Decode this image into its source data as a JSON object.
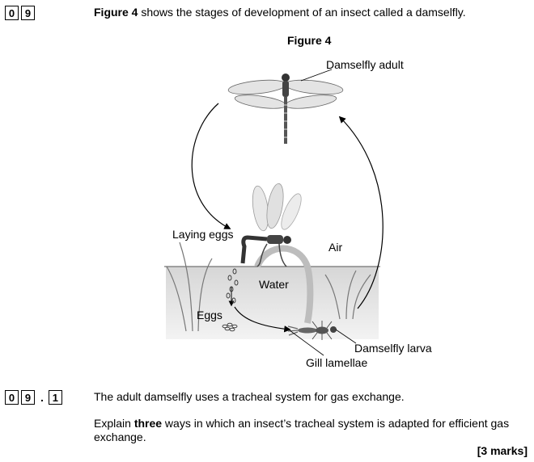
{
  "question": {
    "number_digits": [
      "0",
      "9"
    ],
    "intro": {
      "figure_ref": "Figure 4",
      "rest": " shows the stages of development of an insect called a damselfly."
    },
    "figure_title": "Figure 4",
    "labels": {
      "adult": "Damselfly adult",
      "laying": "Laying eggs",
      "air": "Air",
      "water": "Water",
      "eggs": "Eggs",
      "larva": "Damselfly larva",
      "gill": "Gill lamellae"
    }
  },
  "subquestion": {
    "number_digits": [
      "0",
      "9"
    ],
    "part_digit": "1",
    "text": "The adult damselfly uses a tracheal system for gas exchange.",
    "explain": {
      "pre": "Explain ",
      "emph": "three",
      "post": " ways in which an insect’s tracheal system is adapted for efficient gas exchange."
    },
    "marks": "[3 marks]"
  }
}
